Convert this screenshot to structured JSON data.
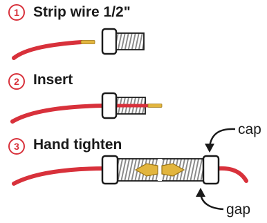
{
  "steps": [
    {
      "number": "1",
      "text": "Strip wire 1/2\""
    },
    {
      "number": "2",
      "text": "Insert"
    },
    {
      "number": "3",
      "text": "Hand tighten"
    }
  ],
  "callouts": {
    "top": "cap",
    "bottom": "gap"
  },
  "colors": {
    "wire": "#d8313b",
    "accent": "#d8313b",
    "brass": "#e2b53e",
    "thread": "#8a8a8a",
    "outline": "#1a1a1a"
  }
}
